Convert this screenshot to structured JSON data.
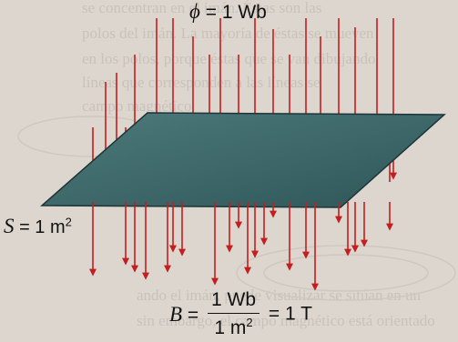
{
  "flux": {
    "symbol": "ϕ",
    "rest": "= 1 Wb"
  },
  "area": {
    "symbol": "S",
    "rest": "= 1 m",
    "exp": "2"
  },
  "formula": {
    "lhs_symbol": "B",
    "lhs_eq": "=",
    "numerator": "1 Wb",
    "denominator": "1 m",
    "denominator_exp": "2",
    "rhs": "= 1 T"
  },
  "background_text": [
    "se concentran en el imán. Éstas son las",
    "polos del imán. La mayoría de éstas se mueven",
    "en los polos, porque éstas que se van dibujando",
    "líneas que corresponden a las líneas se",
    "campo magnético.",
    "ando el imán, puede visualizar se sitúan en un",
    "sin embargo, el campo magnético está orientado"
  ],
  "colors": {
    "page_bg": "#ddd6cf",
    "plate_fill": "#3f6a6d",
    "plate_edge": "#1d3537",
    "field_arrow": "#c41e1e",
    "text": "#111111"
  }
}
